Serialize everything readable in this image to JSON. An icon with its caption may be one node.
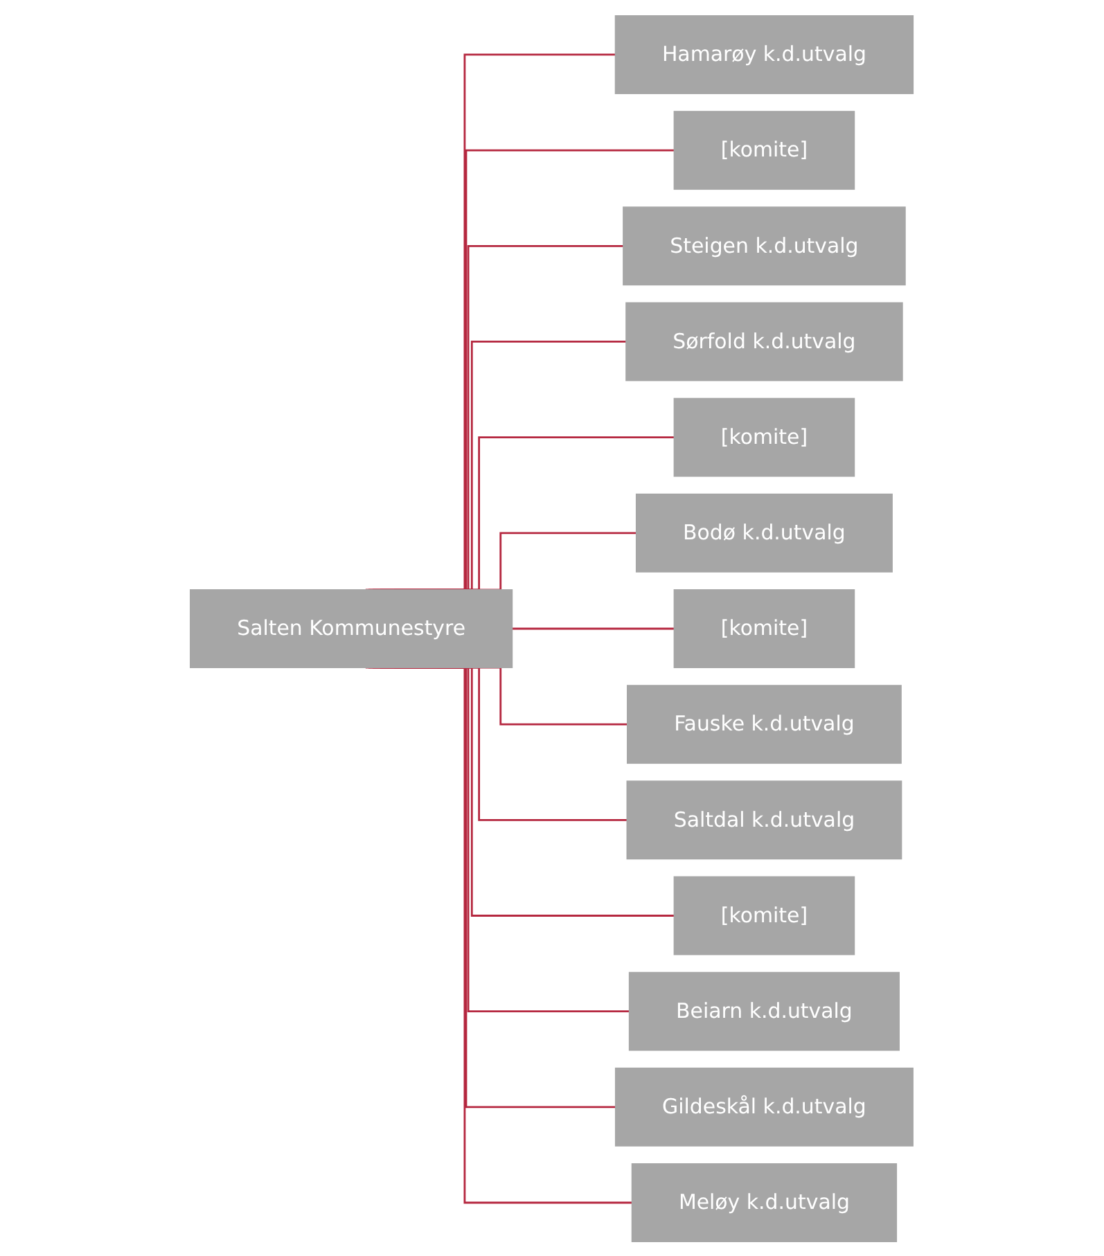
{
  "diagram": {
    "nodes": [
      {
        "text": [
          "Salten Kommunestyre"
        ]
      },
      {
        "text": [
          "Hamarøy k.d.utvalg"
        ]
      },
      {
        "text": [
          "[komite]"
        ]
      },
      {
        "text": [
          "Steigen k.d.utvalg"
        ]
      },
      {
        "text": [
          "Sørfold k.d.utvalg"
        ]
      },
      {
        "text": [
          "[komite]"
        ]
      },
      {
        "text": [
          "Bodø k.d.utvalg"
        ]
      },
      {
        "text": [
          "[komite]"
        ]
      },
      {
        "text": [
          "Fauske k.d.utvalg"
        ]
      },
      {
        "text": [
          "Saltdal k.d.utvalg"
        ]
      },
      {
        "text": [
          "[komite]"
        ]
      },
      {
        "text": [
          "Beiarn k.d.utvalg"
        ]
      },
      {
        "text": [
          "Gildeskål k.d.utvalg"
        ]
      },
      {
        "text": [
          "Meløy k.d.utvalg"
        ]
      }
    ],
    "edges": [
      {
        "from": 0,
        "to": 1,
        "arrow": "none"
      },
      {
        "from": 0,
        "to": 2,
        "arrow": "none"
      },
      {
        "from": 0,
        "to": 3,
        "arrow": "none"
      },
      {
        "from": 0,
        "to": 4,
        "arrow": "none"
      },
      {
        "from": 0,
        "to": 5,
        "arrow": "none"
      },
      {
        "from": 0,
        "to": 6,
        "arrow": "none"
      },
      {
        "from": 0,
        "to": 7,
        "arrow": "none"
      },
      {
        "from": 0,
        "to": 8,
        "arrow": "none"
      },
      {
        "from": 0,
        "to": 9,
        "arrow": "none"
      },
      {
        "from": 0,
        "to": 10,
        "arrow": "none"
      },
      {
        "from": 0,
        "to": 11,
        "arrow": "none"
      },
      {
        "from": 0,
        "to": 12,
        "arrow": "none"
      },
      {
        "from": 0,
        "to": 13,
        "arrow": "none"
      }
    ]
  }
}
